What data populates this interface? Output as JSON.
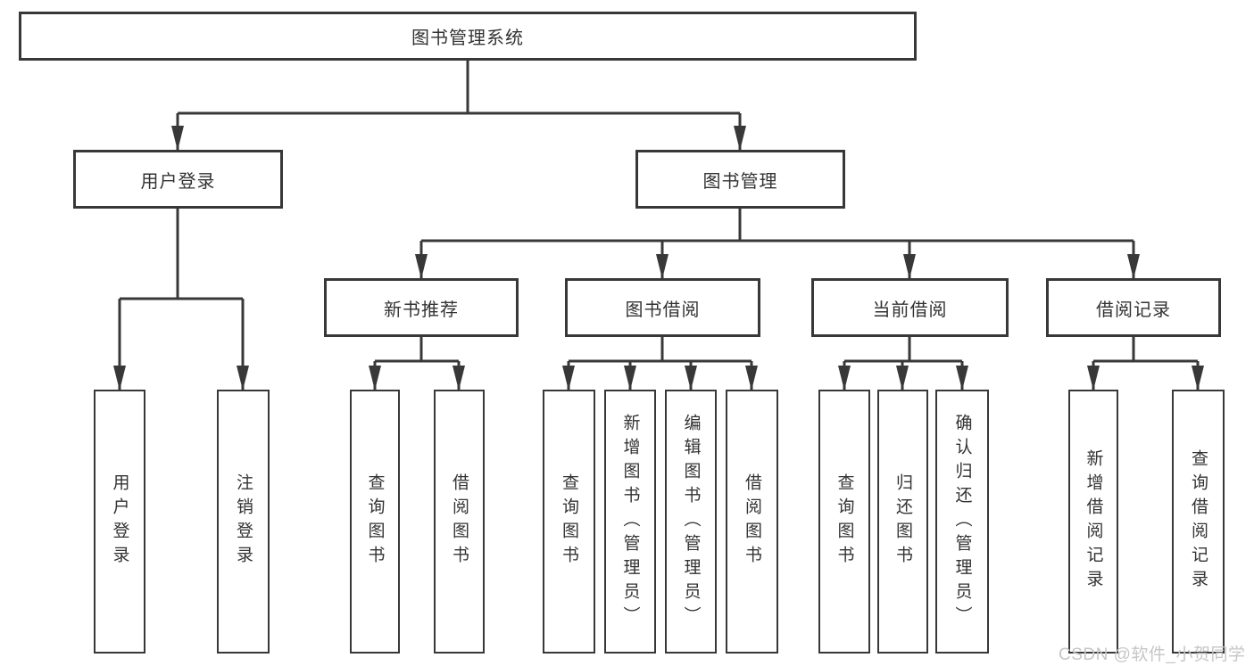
{
  "nodes": {
    "root": "图书管理系统",
    "user_login": "用户登录",
    "book_mgmt": "图书管理",
    "new_books": "新书推荐",
    "book_borrow": "图书借阅",
    "current_borrow": "当前借阅",
    "borrow_records": "借阅记录",
    "ul_children": [
      "用户登录",
      "注销登录"
    ],
    "nb_children": [
      "查询图书",
      "借阅图书"
    ],
    "bb_children": [
      "查询图书",
      "新增图书（管理员）",
      "编辑图书（管理员）",
      "借阅图书"
    ],
    "cb_children": [
      "查询图书",
      "归还图书",
      "确认归还（管理员）"
    ],
    "br_children": [
      "新增借阅记录",
      "查询借阅记录"
    ]
  },
  "watermark": "CSDN @软件_小贺同学",
  "colors": {
    "line": "#383838",
    "text": "#333333",
    "watermark": "#c6c6c6",
    "background": "#ffffff"
  }
}
